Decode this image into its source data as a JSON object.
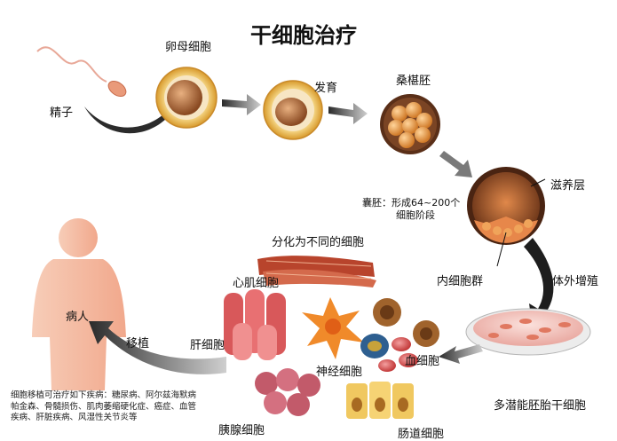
{
  "title": "干细胞治疗",
  "labels": {
    "sperm": "精子",
    "egg": "卵母细胞",
    "develop": "发育",
    "morula": "桑椹胚",
    "trophoblast": "滋养层",
    "blastocyst_line1": "囊胚：形成64~200个",
    "blastocyst_line2": "细胞阶段",
    "inner_cell_mass": "内细胞群",
    "in_vitro": "体外增殖",
    "stem_cells": "多潜能胚胎干细胞",
    "differentiate": "分化为不同的细胞",
    "cardiomyocyte": "心肌细胞",
    "hepatocyte": "肝细胞",
    "neuron": "神经细胞",
    "blood_cell": "血细胞",
    "pancreatic": "胰腺细胞",
    "intestinal": "肠道细胞",
    "transplant": "移植",
    "patient": "病人"
  },
  "note": {
    "line1": "细胞移植可治疗如下疾病：糖尿病、阿尔兹海默病",
    "line2": "帕金森、骨髓损伤、肌肉萎缩硬化症、癌症、血管",
    "line3": "疾病、肝脏疾病、风湿性关节炎等"
  },
  "colors": {
    "arrow_dark": "#2b2b2b",
    "arrow_light": "#bdbdbd",
    "egg_ring": "#e8b84a",
    "egg_core": "#b06a3a",
    "cell_orange": "#e08a3c",
    "muscle_red": "#b8442c",
    "patient_skin": "#f3b9a0",
    "dish_pink": "#f2c3bd"
  }
}
